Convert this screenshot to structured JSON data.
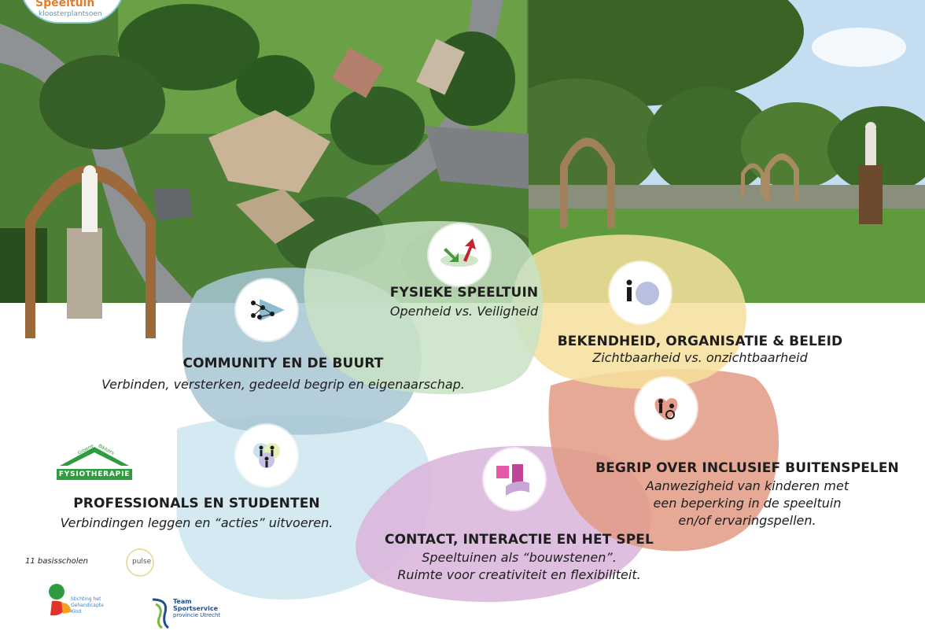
{
  "brand": {
    "name": "Speeltuin",
    "subtitle": "kloosterplantsoen"
  },
  "themes": {
    "fysiek": {
      "title": "FYSIEKE SPEELTUIN",
      "subtitle": "Openheid vs. Veiligheid"
    },
    "bekendheid": {
      "title": "BEKENDHEID, ORGANISATIE & BELEID",
      "subtitle": "Zichtbaarheid vs. onzichtbaarheid"
    },
    "community": {
      "title": "COMMUNITY EN DE BUURT",
      "subtitle": "Verbinden, versterken, gedeeld begrip en eigenaarschap."
    },
    "begrip": {
      "title": "BEGRIP OVER INCLUSIEF BUITENSPELEN",
      "lines": [
        "Aanwezigheid van kinderen met",
        "een beperking in de speeltuin",
        "en/of ervaringspellen."
      ]
    },
    "professionals": {
      "title": "PROFESSIONALS EN STUDENTEN",
      "subtitle": "Verbindingen leggen en “acties” uitvoeren."
    },
    "contact": {
      "title": "CONTACT, INTERACTIE EN HET SPEL",
      "lines": [
        "Speeltuinen als “bouwstenen”.",
        "Ruimte voor creativiteit en flexibiliteit."
      ]
    }
  },
  "partners": {
    "fysio": {
      "word1": "Groene",
      "word2": "Bikkers",
      "label": "FYSIOTHERAPIE"
    },
    "schools": "11 basisscholen",
    "pulse": "pulse",
    "stichting": [
      "Stichting het",
      "Gehandicapte",
      "Kind"
    ],
    "team": [
      "Team",
      "Sportservice",
      "provincie Utrecht"
    ]
  },
  "colors": {
    "green_blob": "#c8e2c4",
    "yellow_blob": "#f4df9c",
    "blue_blob": "#a7c6d4",
    "red_blob": "#e29a82",
    "light_blue_blob": "#cde5f0",
    "purple_blob": "#d9b4da",
    "fysio_green": "#2f9c3f",
    "grass": "#5f9a3c",
    "sky": "#c4ddf0"
  },
  "icons": [
    "network-icon",
    "arrows-icon",
    "info-chat-icon",
    "wheelchair-heart-icon",
    "people-circles-icon",
    "blocks-icon"
  ]
}
